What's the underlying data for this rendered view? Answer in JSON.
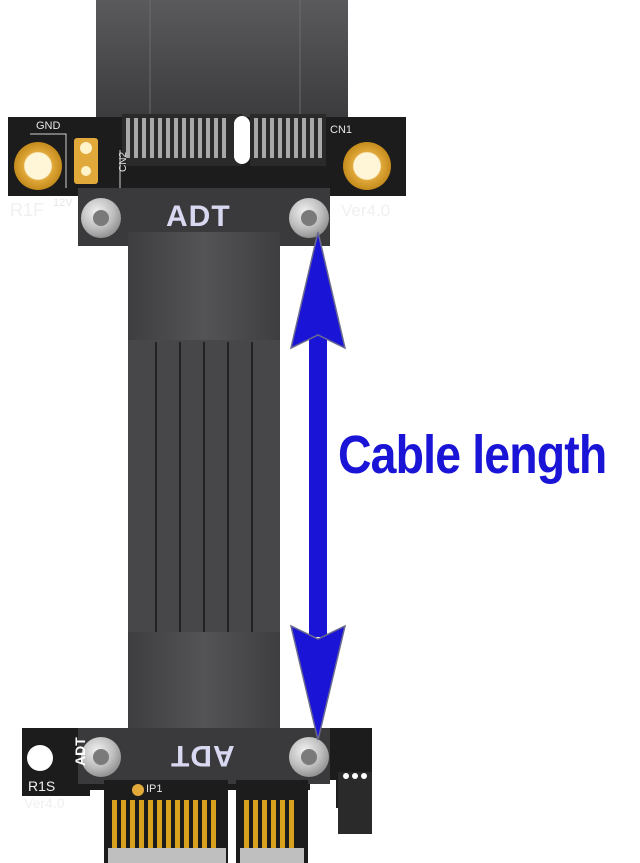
{
  "top_board": {
    "brand": "ADT",
    "model": "R1F",
    "version": "Ver4.0",
    "silkscreen": {
      "gnd": "GND",
      "v12": "12V",
      "cn1": "CN1",
      "cn2": "CN2"
    }
  },
  "bottom_board": {
    "brand": "ADT",
    "side_brand": "ADT",
    "model": "R1S",
    "version": "Ver4.0",
    "silkscreen": {
      "ip1": "IP1"
    }
  },
  "annotation": {
    "label": "Cable length",
    "arrow_color": "#1a14d6"
  },
  "colors": {
    "pcb": "#1c1c1c",
    "cable": "#4a4a4c",
    "gold": "#d9a21e",
    "bracket": "#3a3a3c"
  }
}
